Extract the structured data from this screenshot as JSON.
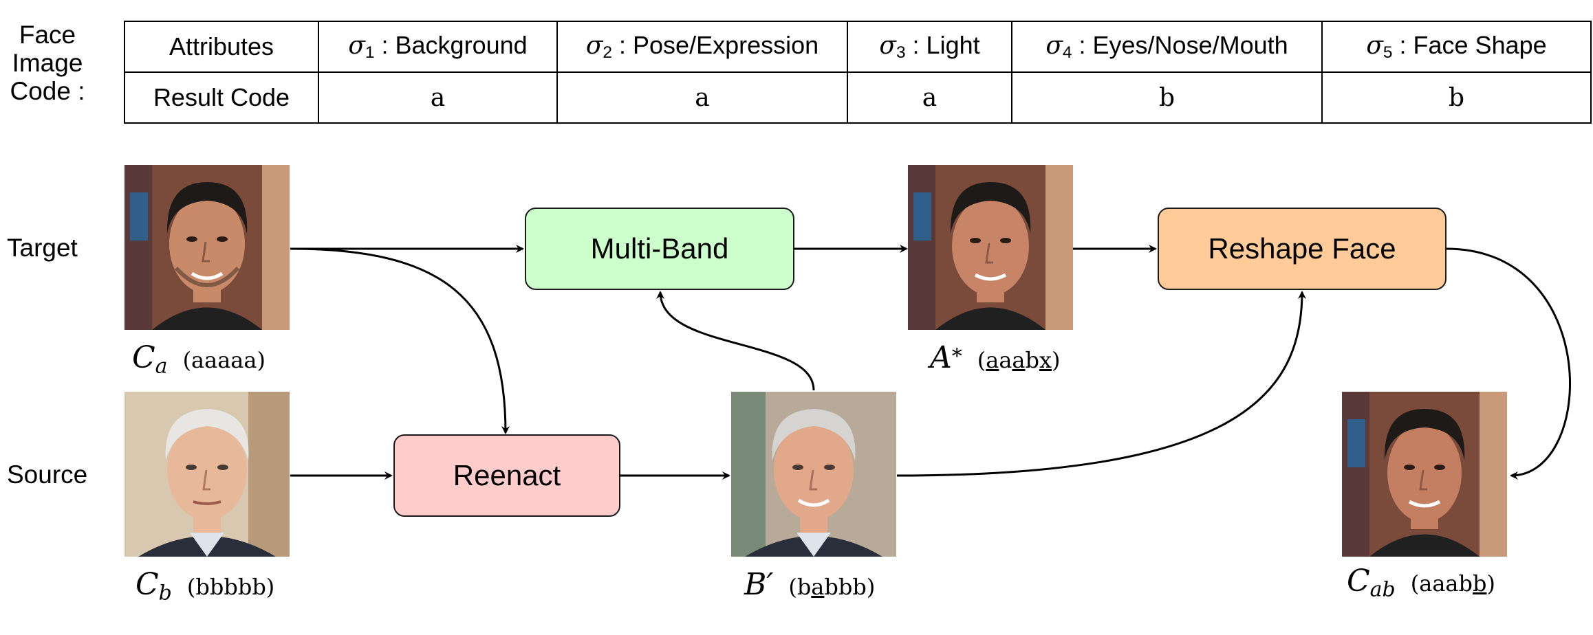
{
  "left_labels": {
    "code_label": [
      "Face",
      "Image",
      "Code :"
    ],
    "target": "Target",
    "source": "Source"
  },
  "table": {
    "row_headers": [
      "Attributes",
      "Result Code"
    ],
    "attributes": [
      {
        "sigma": "σ",
        "index": "1",
        "name": " : Background",
        "result": "a"
      },
      {
        "sigma": "σ",
        "index": "2",
        "name": " : Pose/Expression",
        "result": "a"
      },
      {
        "sigma": "σ",
        "index": "3",
        "name": " : Light",
        "result": "a"
      },
      {
        "sigma": "σ",
        "index": "4",
        "name": " : Eyes/Nose/Mouth",
        "result": "b"
      },
      {
        "sigma": "σ",
        "index": "5",
        "name": " : Face Shape",
        "result": "b"
      }
    ]
  },
  "boxes": {
    "multiband": {
      "label": "Multi-Band",
      "color": "#ccffcc"
    },
    "reshape": {
      "label": "Reshape Face",
      "color": "#ffcc99"
    },
    "reenact": {
      "label": "Reenact",
      "color": "#ffcccc"
    }
  },
  "captions": {
    "ca": {
      "symbol": "C",
      "sub": "a",
      "code": [
        {
          "t": "(aaaaa)",
          "u": false
        }
      ]
    },
    "cb": {
      "symbol": "C",
      "sub": "b",
      "code": [
        {
          "t": "(bbbbb)",
          "u": false
        }
      ]
    },
    "bprime": {
      "symbol": "B′",
      "code": [
        {
          "t": "(b",
          "u": false
        },
        {
          "t": "a",
          "u": true
        },
        {
          "t": "bbb)",
          "u": false
        }
      ]
    },
    "astar": {
      "symbol": "A",
      "sup": "*",
      "code": [
        {
          "t": "(",
          "u": false
        },
        {
          "t": "a",
          "u": true
        },
        {
          "t": "a",
          "u": false
        },
        {
          "t": "a",
          "u": true
        },
        {
          "t": "b",
          "u": false
        },
        {
          "t": "x",
          "u": true
        },
        {
          "t": ")",
          "u": false
        }
      ]
    },
    "cab": {
      "symbol": "C",
      "sub": "ab",
      "code": [
        {
          "t": "(aaab",
          "u": false
        },
        {
          "t": "b",
          "u": true
        },
        {
          "t": ")",
          "u": false
        }
      ]
    }
  },
  "photos": {
    "ca": {
      "description_icon": "target-face-photo",
      "bg": "#7a4a3a",
      "skin": "#c98a6a",
      "hair": "#1e1a18",
      "shirt": "#202020"
    },
    "cb": {
      "description_icon": "source-face-photo",
      "bg": "#d8c8b0",
      "skin": "#e8b89a",
      "hair": "#e8e6e2",
      "shirt": "#2a2e3a"
    },
    "bprime": {
      "description_icon": "reenacted-source-photo",
      "bg": "#b8aa98",
      "skin": "#e2a88a",
      "hair": "#d6d4d0",
      "shirt": "#2a2e3a"
    },
    "astar": {
      "description_icon": "multiband-result-photo",
      "bg": "#7a4a3a",
      "skin": "#c88466",
      "hair": "#1e1a18",
      "shirt": "#202020"
    },
    "cab": {
      "description_icon": "final-swap-photo",
      "bg": "#7a4a3a",
      "skin": "#c47e62",
      "hair": "#1e1a18",
      "shirt": "#202020"
    }
  }
}
